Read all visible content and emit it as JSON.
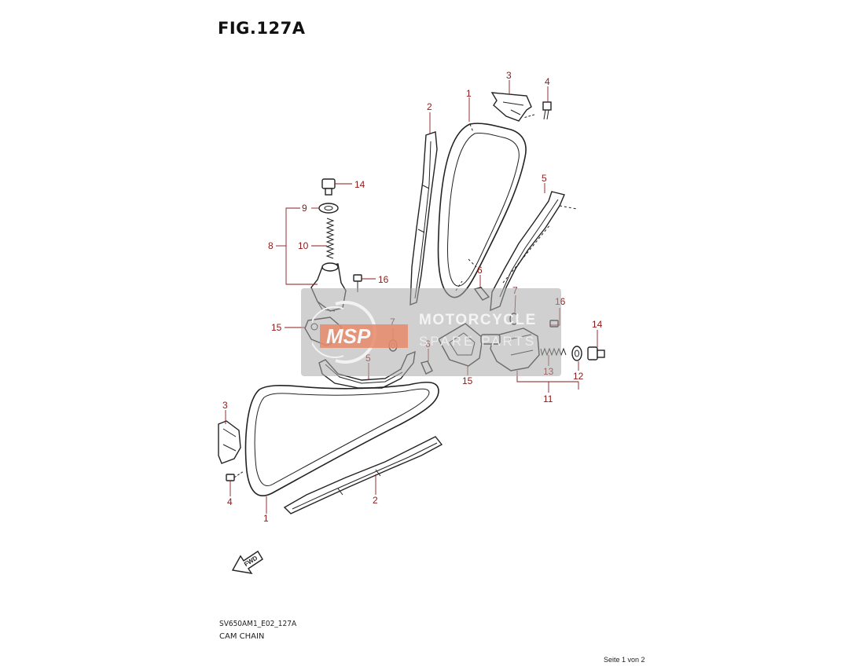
{
  "figure": {
    "title": "FIG.127A",
    "code": "SV650AM1_E02_127A",
    "caption": "CAM CHAIN",
    "page_indicator": "Seite 1 von 2"
  },
  "watermark": {
    "logo_text": "MSP",
    "line1": "MOTORCYCLE",
    "line2": "SPARE PARTS"
  },
  "arrow_label": "FWD",
  "callouts": {
    "c1_top": "1",
    "c2_top": "2",
    "c3_top": "3",
    "c4_top": "4",
    "c5_right": "5",
    "c14_left": "14",
    "c9": "9",
    "c8": "8",
    "c10": "10",
    "c16_left": "16",
    "c15_left": "15",
    "c6_upper": "6",
    "c7_right": "7",
    "c16_right": "16",
    "c14_right": "14",
    "c7_mid": "7",
    "c6_mid": "6",
    "c5_mid": "5",
    "c15_mid": "15",
    "c13": "13",
    "c12": "12",
    "c11": "11",
    "c3_left": "3",
    "c4_left": "4",
    "c1_bottom": "1",
    "c2_bottom": "2"
  },
  "colors": {
    "callout": "#8b1a1a",
    "line": "#222222"
  }
}
